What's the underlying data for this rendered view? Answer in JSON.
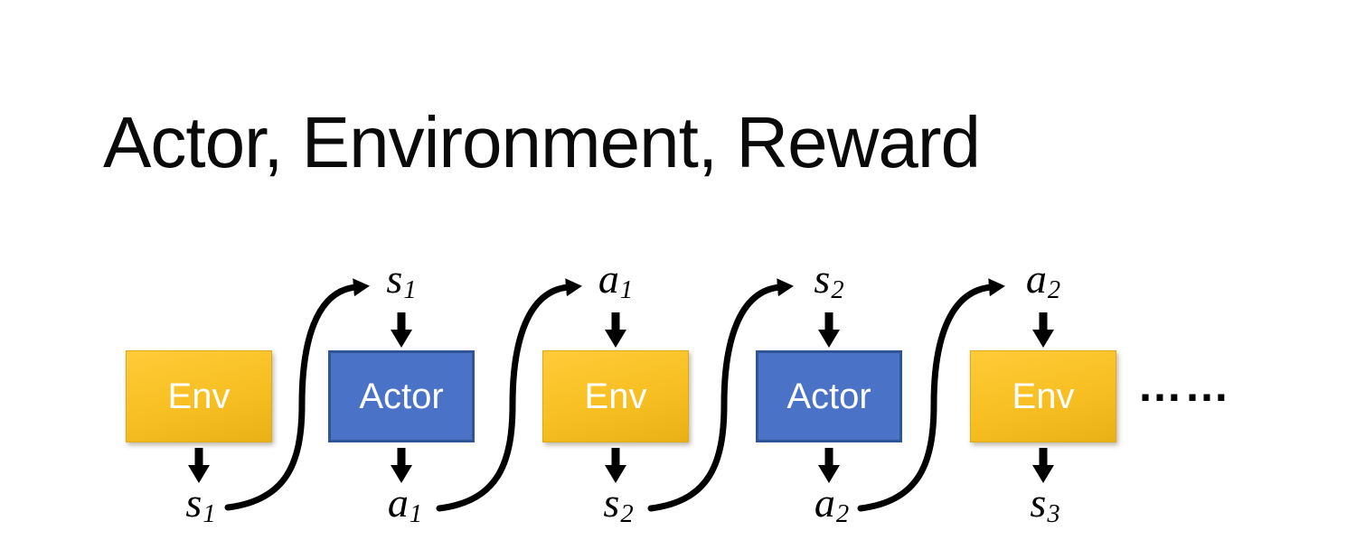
{
  "slide": {
    "title": "Actor, Environment, Reward",
    "background_color": "#ffffff"
  },
  "palette": {
    "env_gradient_top": "#FFCB38",
    "env_gradient_bottom": "#EAB116",
    "env_border": "#DFA91C",
    "actor_fill": "#4A73C7",
    "actor_border": "#2F5596",
    "box_label_color": "#FFFFFF",
    "arrow_color": "#000000",
    "title_color": "#0A0A0A"
  },
  "diagram": {
    "boxes": [
      {
        "label": "Env"
      },
      {
        "label": "Actor"
      },
      {
        "label": "Env"
      },
      {
        "label": "Actor"
      },
      {
        "label": "Env"
      }
    ],
    "top_labels": [
      {
        "base": "s",
        "sub": "1"
      },
      {
        "base": "a",
        "sub": "1"
      },
      {
        "base": "s",
        "sub": "2"
      },
      {
        "base": "a",
        "sub": "2"
      }
    ],
    "bottom_labels": [
      {
        "base": "s",
        "sub": "1"
      },
      {
        "base": "a",
        "sub": "1"
      },
      {
        "base": "s",
        "sub": "2"
      },
      {
        "base": "a",
        "sub": "2"
      },
      {
        "base": "s",
        "sub": "3"
      }
    ],
    "ellipsis": "……"
  }
}
